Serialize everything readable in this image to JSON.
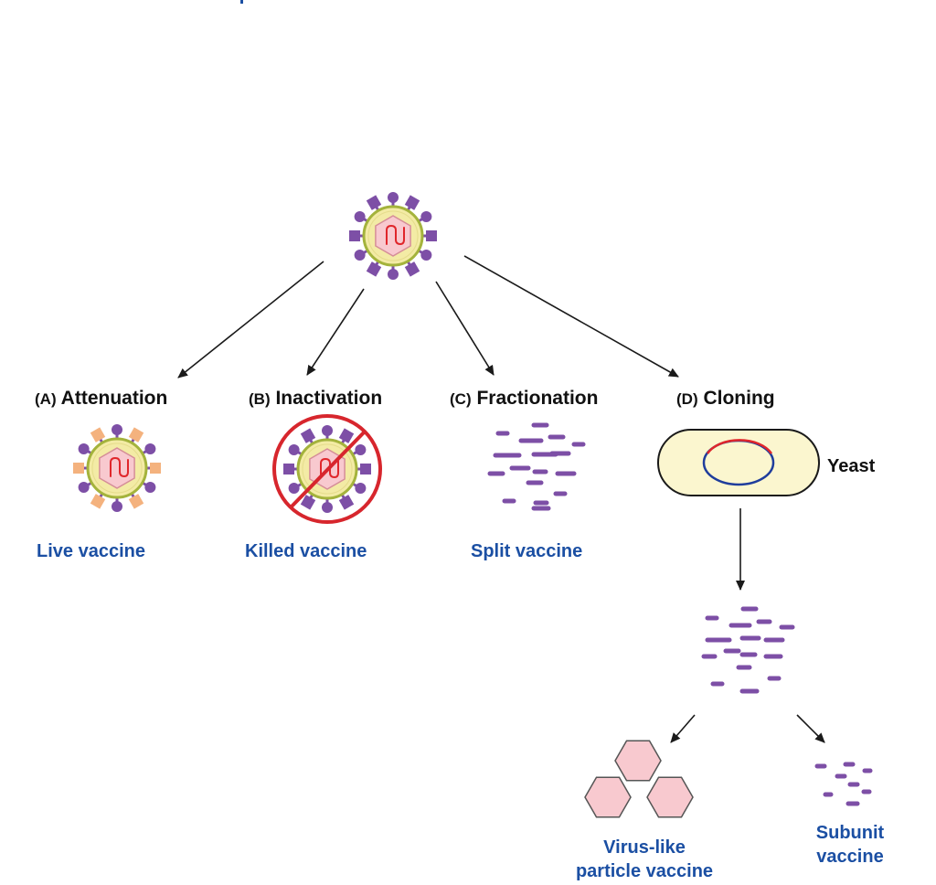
{
  "diagram": {
    "methods": [
      {
        "code": "(A)",
        "name": "Attenuation",
        "result": "Live vaccine"
      },
      {
        "code": "(B)",
        "name": "Inactivation",
        "result": "Killed vaccine"
      },
      {
        "code": "(C)",
        "name": "Fractionation",
        "result": "Split vaccine"
      },
      {
        "code": "(D)",
        "name": "Cloning",
        "result": ""
      }
    ],
    "yeast_label": "Yeast",
    "outputs": {
      "vlp_line1": "Virus-like",
      "vlp_line2": "particle vaccine",
      "subunit_line1": "Subunit",
      "subunit_line2": "vaccine"
    }
  },
  "colors": {
    "envelope": "#f3eba5",
    "envelope_ring": "#a4b33c",
    "capsid": "#f8c9cf",
    "spike": "#7d4fa6",
    "orange_spike": "#f4b27e",
    "prohibit": "#d7262d",
    "label_blue": "#1b4fa3",
    "plasmid_red": "#e0262b",
    "plasmid_blue": "#1f3d9c"
  }
}
